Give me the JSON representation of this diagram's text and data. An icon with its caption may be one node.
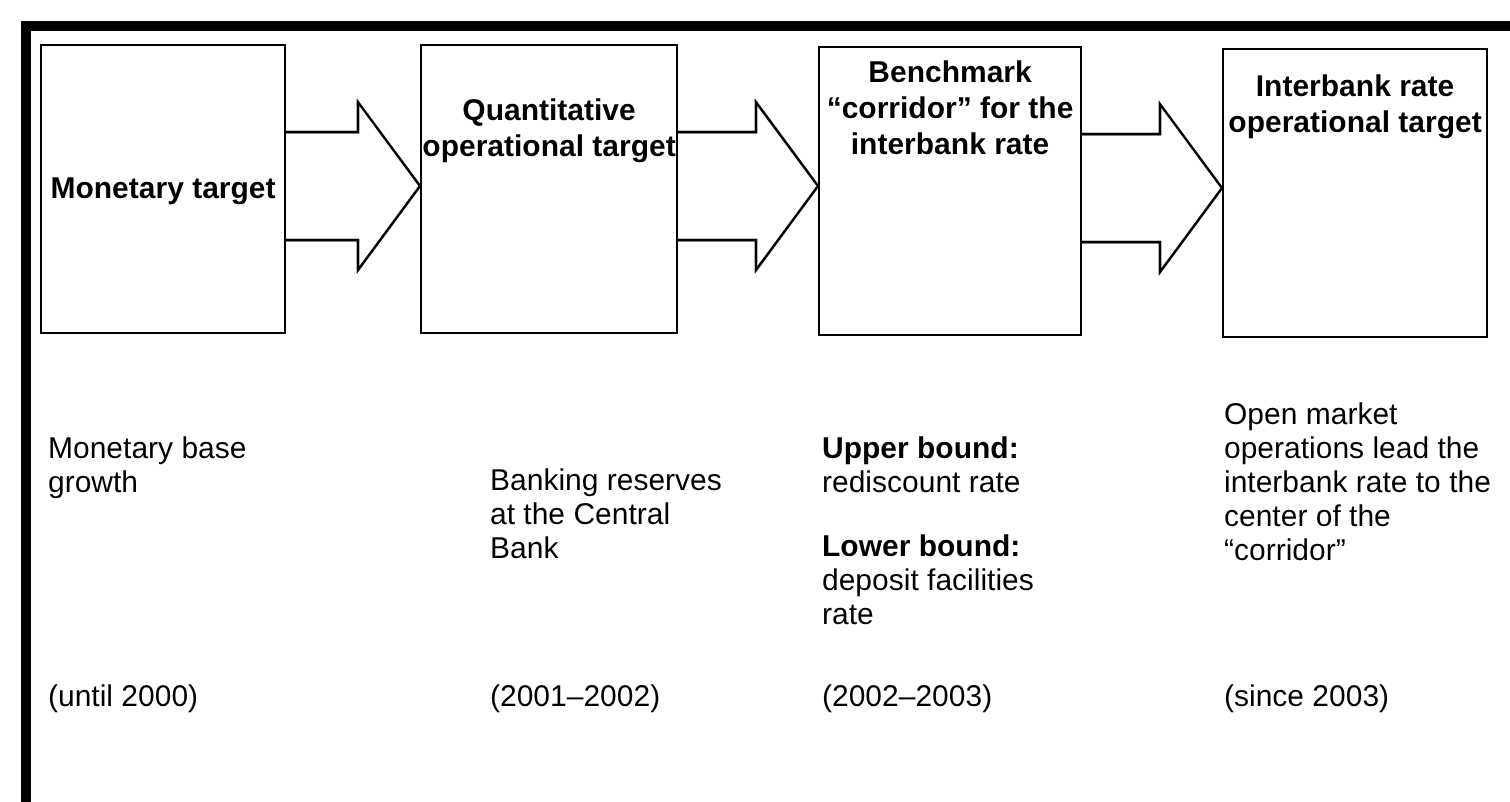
{
  "diagram": {
    "nodes": [
      {
        "text": [
          "Monetary target"
        ]
      },
      {
        "text": [
          "Quantitative operational target"
        ]
      },
      {
        "text": [
          "Benchmark “corridor” for the interbank rate"
        ]
      },
      {
        "text": [
          "Interbank rate operational target"
        ]
      }
    ],
    "edges": [
      {
        "from": 0,
        "to": 1,
        "arrow": "to"
      },
      {
        "from": 1,
        "to": 2,
        "arrow": "to"
      },
      {
        "from": 2,
        "to": 3,
        "arrow": "to"
      }
    ],
    "labels": [
      "Monetary base growth",
      "Banking reserves at the Central Bank",
      "**Upper bound:** rediscount rate",
      "**Lower bound:** deposit facilities rate",
      "Open market operations lead the interbank rate to the center of the “corridor”",
      "(until 2000)",
      "(2001–2002)",
      "(2002–2003)",
      "(since 2003)"
    ]
  }
}
